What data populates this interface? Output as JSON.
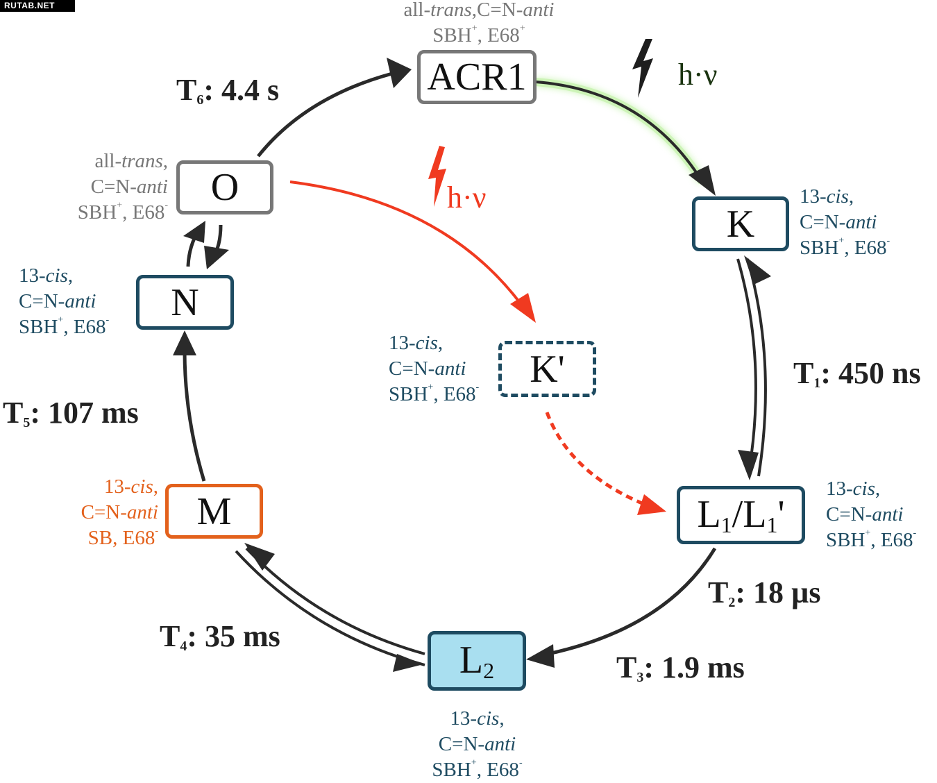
{
  "watermark": "RUTAB.NET",
  "colors": {
    "teal": "#1e4b61",
    "gray": "#777777",
    "orange": "#e3611c",
    "red": "#f03a20",
    "dark": "#2a2a2a",
    "l2_fill": "#a9dff0",
    "hv_dark": "#1a3310"
  },
  "states": {
    "acr1": {
      "label": "ACR1"
    },
    "k": {
      "label": "K"
    },
    "kprime": {
      "label": "K'"
    },
    "l1": {
      "main": "L",
      "sub1": "1",
      "slash": "/L",
      "sub2": "1",
      "prime": "'"
    },
    "l2": {
      "main": "L",
      "sub": "2"
    },
    "m": {
      "label": "M"
    },
    "n": {
      "label": "N"
    },
    "o": {
      "label": "O"
    }
  },
  "annotations": {
    "acr1": {
      "line1_a": "all-",
      "line1_b": "trans",
      "line1_c": ",C=N-",
      "line1_d": "anti",
      "line2_a": "SBH",
      "line2_sup1": "+",
      "line2_b": ", E68",
      "line2_sup2": "+"
    },
    "k": {
      "line1_a": "13-",
      "line1_b": "cis",
      "line1_c": ",",
      "line2_a": "C=N-",
      "line2_b": "anti",
      "line3_a": "SBH",
      "line3_sup1": "+",
      "line3_b": ", E68",
      "line3_sup2": "-"
    },
    "kprime": {
      "line1_a": "13-",
      "line1_b": "cis",
      "line1_c": ",",
      "line2_a": "C=N-",
      "line2_b": "anti",
      "line3_a": "SBH",
      "line3_sup1": "+",
      "line3_b": ", E68",
      "line3_sup2": "-"
    },
    "l1": {
      "line1_a": "13-",
      "line1_b": "cis",
      "line1_c": ",",
      "line2_a": "C=N-",
      "line2_b": "anti",
      "line3_a": "SBH",
      "line3_sup1": "+",
      "line3_b": ", E68",
      "line3_sup2": "-"
    },
    "l2": {
      "line1_a": "13-",
      "line1_b": "cis",
      "line1_c": ",",
      "line2_a": "C=N-",
      "line2_b": "anti",
      "line3_a": "SBH",
      "line3_sup1": "+",
      "line3_b": ", E68",
      "line3_sup2": "-"
    },
    "m": {
      "line1_a": "13-",
      "line1_b": "cis",
      "line1_c": ",",
      "line2_a": "C=N-",
      "line2_b": "anti",
      "line3_a": "SB, E68",
      "line3_sup2": "-"
    },
    "n": {
      "line1_a": "13-",
      "line1_b": "cis",
      "line1_c": ",",
      "line2_a": "C=N-",
      "line2_b": "anti",
      "line3_a": "SBH",
      "line3_sup1": "+",
      "line3_b": ", E68",
      "line3_sup2": "-"
    },
    "o": {
      "line1_a": "all-",
      "line1_b": "trans",
      "line1_c": ",",
      "line2_a": "C=N-",
      "line2_b": "anti",
      "line3_a": "SBH",
      "line3_sup1": "+",
      "line3_b": ", E68",
      "line3_sup2": "-"
    }
  },
  "transitions": {
    "t1": {
      "t": "T",
      "sub": "1",
      "value": ": 450 ns"
    },
    "t2": {
      "t": "T",
      "sub": "2",
      "value": ": 18 µs"
    },
    "t3": {
      "t": "T",
      "sub": "3",
      "value": ": 1.9 ms"
    },
    "t4": {
      "t": "T",
      "sub": "4",
      "value": ": 35 ms"
    },
    "t5": {
      "t": "T",
      "sub": "5",
      "value": ": 107 ms"
    },
    "t6": {
      "t": "T",
      "sub": "6",
      "value": ": 4.4 s"
    }
  },
  "light": {
    "green_hv": "h·ν",
    "red_hv": "h·ν"
  }
}
